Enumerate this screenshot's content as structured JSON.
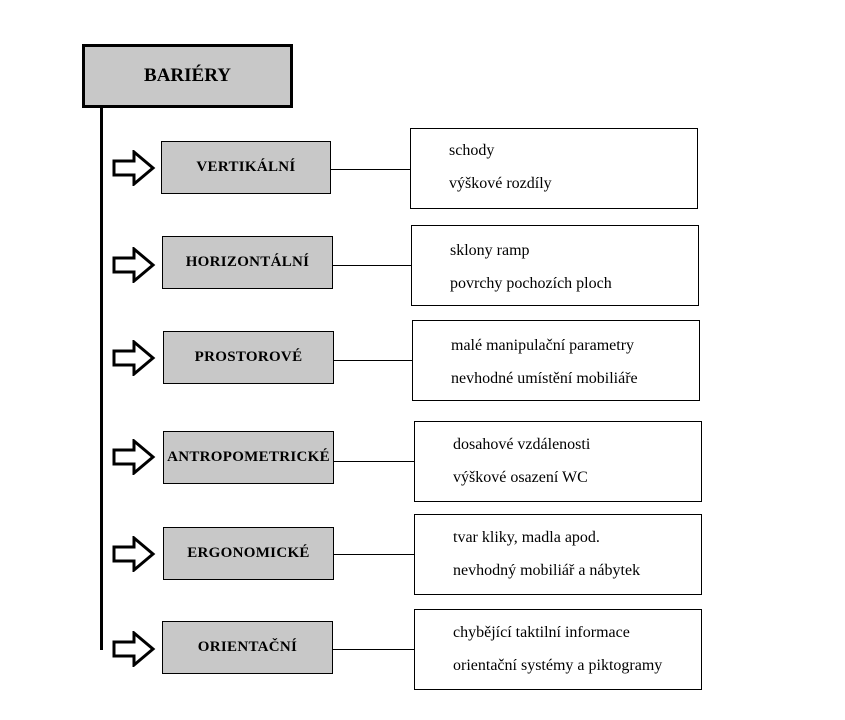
{
  "root": {
    "label": "BARIÉRY"
  },
  "categories": [
    {
      "label": "VERTIKÁLNÍ",
      "items": [
        "schody",
        "výškové rozdíly"
      ]
    },
    {
      "label": "HORIZONTÁLNÍ",
      "items": [
        "sklony ramp",
        "povrchy pochozích ploch"
      ]
    },
    {
      "label": "PROSTOROVÉ",
      "items": [
        "malé manipulační parametry",
        "nevhodné umístění mobiliáře"
      ]
    },
    {
      "label": "ANTROPOMETRICKÉ",
      "items": [
        "dosahové vzdálenosti",
        "výškové osazení WC"
      ]
    },
    {
      "label": "ERGONOMICKÉ",
      "items": [
        "tvar kliky, madla apod.",
        "nevhodný mobiliář a nábytek"
      ]
    },
    {
      "label": "ORIENTAČNÍ",
      "items": [
        "chybějící taktilní informace",
        "orientační systémy a piktogramy"
      ]
    }
  ],
  "colors": {
    "box_fill": "#c8c8c8",
    "line": "#000000",
    "background": "#ffffff"
  },
  "icons": {
    "pointer": "right-arrow-icon"
  }
}
